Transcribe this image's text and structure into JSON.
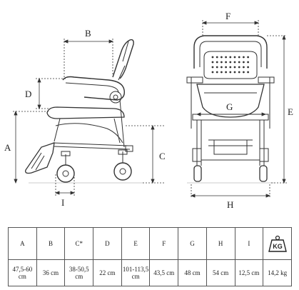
{
  "dimension_labels": {
    "a": "A",
    "b": "B",
    "d": "D",
    "c": "C",
    "i": "I",
    "f": "F",
    "g": "G",
    "e": "E",
    "h": "H"
  },
  "table": {
    "headers": [
      "A",
      "B",
      "C*",
      "D",
      "E",
      "F",
      "G",
      "H",
      "I"
    ],
    "weight_icon_label": "KG",
    "values": [
      "47,5-60 cm",
      "36 cm",
      "38-50,5 cm",
      "22 cm",
      "101-113,5 cm",
      "43,5 cm",
      "48 cm",
      "54 cm",
      "12,5 cm",
      "14,2 kg"
    ]
  }
}
